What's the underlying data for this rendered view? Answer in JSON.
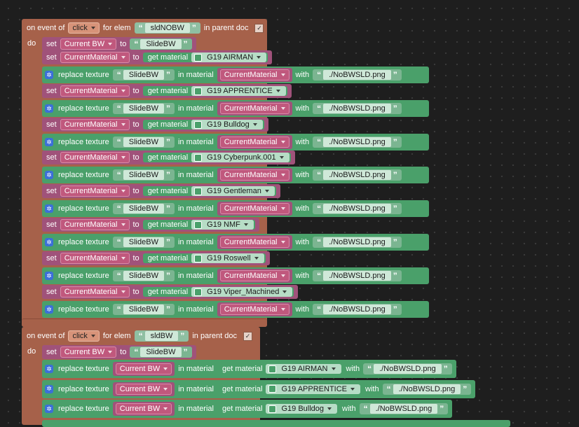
{
  "colors": {
    "event": "#a6614a",
    "variable": "#a0527a",
    "material": "#4aa06a",
    "string": "#7bb591"
  },
  "event1": {
    "on_event_of": "on event of",
    "event_name": "click",
    "for_elem": "for elem",
    "elem_id": "sldNOBW",
    "in_parent_doc": "in parent doc",
    "do": "do",
    "set_label": "set",
    "to_label": "to",
    "var_current_bw": "Current BW",
    "slide_value": "SlideBW",
    "var_current_material": "CurrentMaterial",
    "get_material": "get material",
    "replace_texture": "replace texture",
    "in_material": "in material",
    "with": "with",
    "texture_file": "./NoBWSLD.png",
    "materials": [
      "G19 AIRMAN",
      "G19 APPRENTICE",
      "G19 Bulldog",
      "G19 Cyberpunk.001",
      "G19 Gentleman",
      "G19 NMF",
      "G19 Roswell",
      "G19 Viper_Machined"
    ]
  },
  "event2": {
    "on_event_of": "on event of",
    "event_name": "click",
    "for_elem": "for elem",
    "elem_id": "sldBW",
    "in_parent_doc": "in parent doc",
    "do": "do",
    "set_label": "set",
    "to_label": "to",
    "var_current_bw": "Current BW",
    "slide_value": "SlideBW",
    "replace_texture": "replace texture",
    "in_material": "in material",
    "get_material": "get material",
    "with": "with",
    "texture_file": "./NoBWSLD.png",
    "materials": [
      "G19 AIRMAN",
      "G19 APPRENTICE",
      "G19 Bulldog"
    ]
  }
}
